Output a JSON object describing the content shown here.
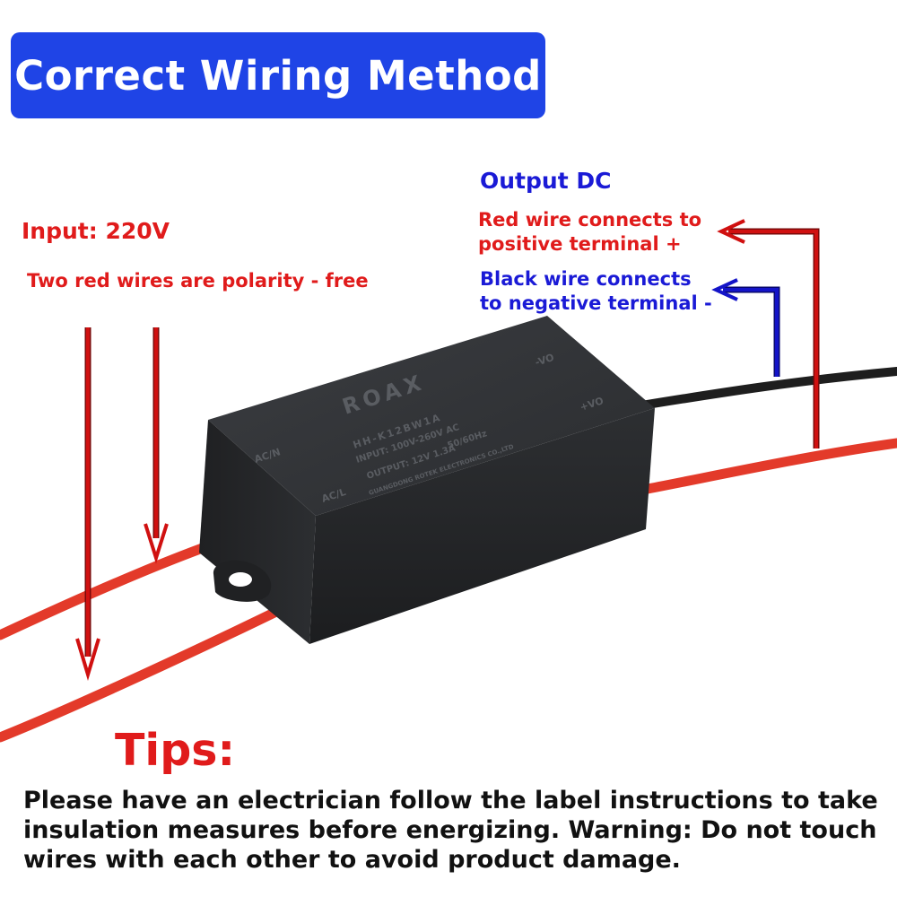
{
  "title": "Correct Wiring Method",
  "input": {
    "label": "Input: 220V",
    "note": "Two red wires are polarity - free"
  },
  "output": {
    "label": "Output DC",
    "red_wire_note": "Red wire connects to\npositive terminal +",
    "black_wire_note": "Black wire connects\nto negative terminal -"
  },
  "device": {
    "brand": "ROAX",
    "model": "HH-K12BW1A",
    "input_spec": "INPUT: 100V-260V AC",
    "freq_spec": "50/60Hz",
    "output_spec": "OUTPUT: 12V 1.3A",
    "maker": "GUANGDONG ROTEK ELECTRONICS CO.,LTD",
    "pin_acn": "AC/N",
    "pin_acl": "AC/L",
    "pin_vo_minus": "-VO",
    "pin_vo_plus": "+VO"
  },
  "tips": {
    "heading": "Tips:",
    "body": "Please have an electrician follow the label instructions to take insulation measures before energizing. Warning: Do not touch wires with each other to avoid product damage."
  },
  "colors": {
    "title_bg": "#1f44e6",
    "red_text": "#e01b1b",
    "blue_text": "#1a1ad6",
    "arrow_red": "#d01010",
    "arrow_blue": "#1414c8",
    "wire_red": "#e33a2a",
    "wire_black": "#1e1e1e",
    "module_body": "#2b2d30"
  },
  "icons": {
    "input_arrows": "arrow-down-icon",
    "output_arrows": "arrow-left-icon",
    "mounting_hole": "mounting-ear-icon"
  }
}
